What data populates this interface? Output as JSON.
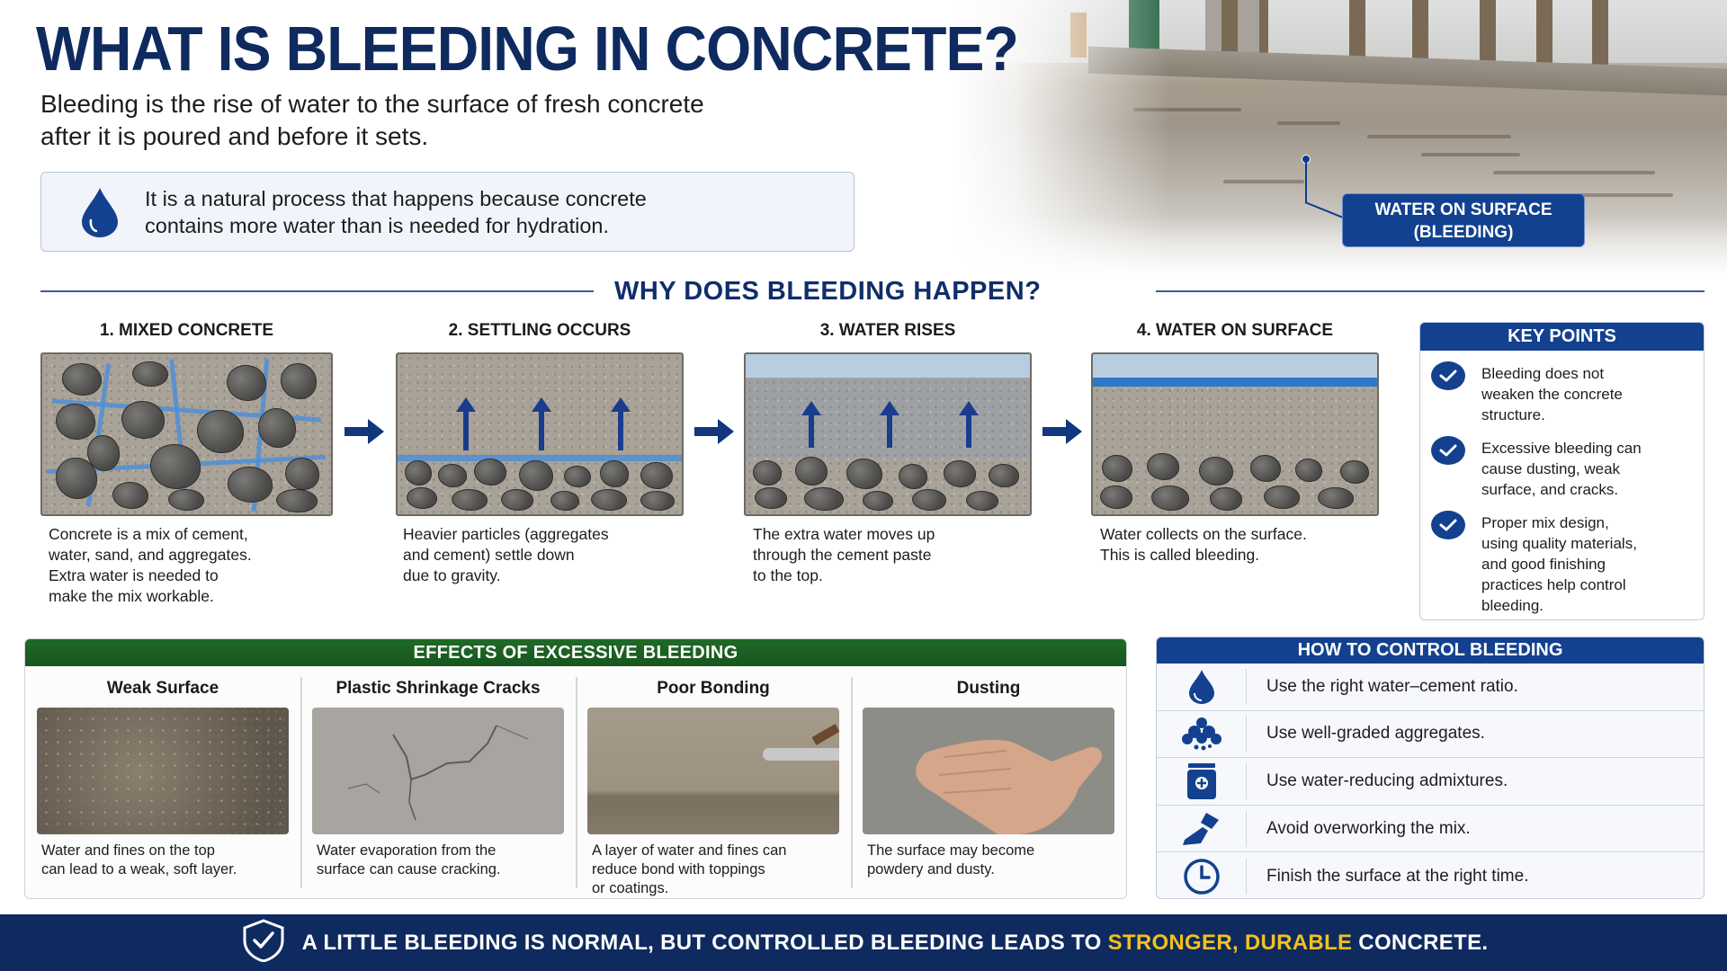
{
  "header": {
    "title": "WHAT IS BLEEDING IN CONCRETE?",
    "subtitle_line1": "Bleeding is the rise of water to the surface of fresh concrete",
    "subtitle_line2": "after it is poured and before it sets."
  },
  "hero": {
    "callout_line1": "WATER ON SURFACE",
    "callout_line2": "(BLEEDING)"
  },
  "info_box": {
    "icon": "water-drop-icon",
    "line1": "It is a natural process that happens because concrete",
    "line2": "contains more water than is needed for hydration."
  },
  "why_section": {
    "title": "WHY DOES BLEEDING HAPPEN?",
    "steps": [
      {
        "heading": "1. MIXED CONCRETE",
        "caption_lines": [
          "Concrete is a mix of cement,",
          "water, sand, and aggregates.",
          "Extra water is needed to",
          "make the mix workable."
        ]
      },
      {
        "heading": "2. SETTLING OCCURS",
        "caption_lines": [
          "Heavier particles (aggregates",
          "and cement) settle down",
          "due to gravity."
        ]
      },
      {
        "heading": "3. WATER RISES",
        "caption_lines": [
          "The extra water moves up",
          "through the cement paste",
          "to the top."
        ]
      },
      {
        "heading": "4. WATER ON SURFACE",
        "caption_lines": [
          "Water collects on the surface.",
          "This is called bleeding."
        ]
      }
    ]
  },
  "key_points": {
    "title": "KEY POINTS",
    "items": [
      {
        "lines": [
          "Bleeding does not",
          "weaken the concrete",
          "structure."
        ]
      },
      {
        "lines": [
          "Excessive bleeding can",
          "cause dusting, weak",
          "surface, and cracks."
        ]
      },
      {
        "lines": [
          "Proper mix design,",
          "using quality materials,",
          "and good finishing",
          "practices help control",
          "bleeding."
        ]
      }
    ]
  },
  "effects": {
    "title": "EFFECTS OF EXCESSIVE BLEEDING",
    "items": [
      {
        "title": "Weak Surface",
        "caption_lines": [
          "Water and fines on the top",
          "can lead to a weak, soft layer."
        ]
      },
      {
        "title": "Plastic Shrinkage Cracks",
        "caption_lines": [
          "Water evaporation from the",
          "surface can cause cracking."
        ]
      },
      {
        "title": "Poor Bonding",
        "caption_lines": [
          "A layer of water and fines can",
          "reduce bond with toppings",
          "or coatings."
        ]
      },
      {
        "title": "Dusting",
        "caption_lines": [
          "The surface may become",
          "powdery and dusty."
        ]
      }
    ]
  },
  "control": {
    "title": "HOW TO CONTROL BLEEDING",
    "items": [
      {
        "icon": "water-drop-icon",
        "text": "Use the right water–cement ratio."
      },
      {
        "icon": "aggregates-icon",
        "text": "Use well-graded aggregates."
      },
      {
        "icon": "admixture-bag-icon",
        "text": "Use water-reducing admixtures."
      },
      {
        "icon": "trowel-icon",
        "text": "Avoid overworking the mix."
      },
      {
        "icon": "clock-icon",
        "text": "Finish the surface at the right time."
      }
    ]
  },
  "footer": {
    "icon": "shield-check-icon",
    "text_before": "A LITTLE BLEEDING IS NORMAL, BUT CONTROLLED BLEEDING LEADS TO ",
    "text_highlight": "STRONGER, DURABLE",
    "text_after": " CONCRETE."
  },
  "colors": {
    "navy": "#0f2a5e",
    "blue": "#13418f",
    "green": "#1b5e20",
    "highlight": "#f3c01c"
  }
}
